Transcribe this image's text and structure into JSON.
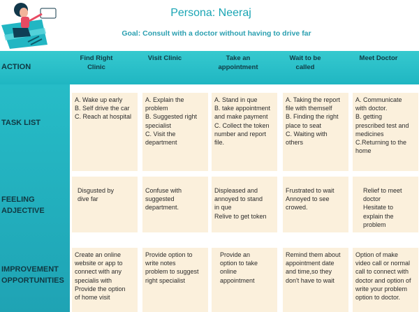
{
  "header": {
    "title": "Persona: Neeraj",
    "goal": "Goal: Consult with a doctor without having to drive far"
  },
  "row_labels": {
    "action": "ACTION",
    "task_list": "TASK LIST",
    "feeling": "FEELING\nADJECTIVE",
    "improvement": "IMPROVEMENT\nOPPORTUNITIES"
  },
  "columns": [
    "Find Right\nClinic",
    "Visit Clinic",
    "Take an\nappointment",
    "Wait to be\ncalled",
    "Meet Doctor"
  ],
  "task_list": [
    "A. Wake up early\nB. Self drive the car\nC. Reach at hospital",
    "A.  Explain the\nproblem\nB. Suggested right\nspecialist\nC. Visit the\ndepartment",
    "A. Stand in que\nB. take appointment\nand make payment\nC. Collect the token\nnumber and report\nfile.",
    "A. Taking the report\nfile with themself\nB. Finding the right\nplace to seat\nC. Waiting with\nothers",
    "A. Communicate\nwith doctor.\nB. getting\nprescribed test and\nmedicines\nC.Returning to the\nhome"
  ],
  "feeling": [
    "Disgusted  by\ndive far",
    "Confuse  with\nsuggested\ndepartment.",
    "Displeased and\nannoyed to stand\nin que\nRelive to get token",
    "Frustrated to wait\nAnnoyed to see\ncrowed.",
    "Relief to meet\ndoctor\nHesitate to\nexplain the\nproblem"
  ],
  "improvement": [
    "Create an online\nwebsite or app  to\nconnect with any\nspecialis with\nProvide the option\nof home visit",
    "Provide option to\nwrite notes\nproblem to suggest\nright specialist",
    "Provide an\noption to take\nonline\nappointment",
    "Remind them about\nappointment date\nand time,so they\ndon't have to wait",
    "Option of  make\nvideo call or normal\ncall to connect with\ndoctor and option of\nwrite your problem\noption to doctor."
  ],
  "colors": {
    "teal": "#1fb6c2",
    "title": "#1aa5b4",
    "cell": "#fbf0dc"
  }
}
